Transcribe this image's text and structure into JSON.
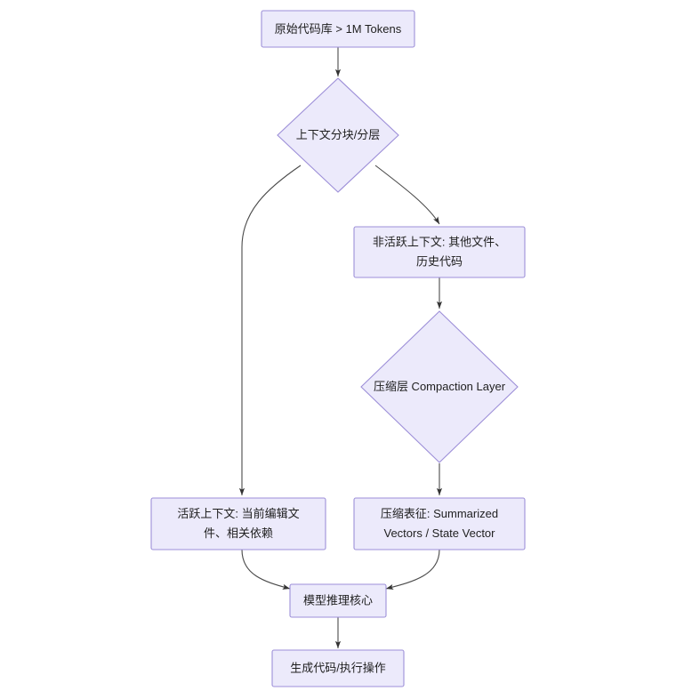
{
  "diagram": {
    "title": "Context Compaction Flowchart",
    "direction": "top-down",
    "background_color": "#FFFFFF",
    "node_fill_color": "#ECEAFB",
    "node_border_color": "#9D8FD8",
    "edge_color": "#4A4A4A",
    "text_color": "#1F1F1F"
  },
  "nodes": {
    "source_repo": {
      "label": "原始代码库 > 1M Tokens",
      "shape": "rectangle"
    },
    "chunking": {
      "label": "上下文分块/分层",
      "shape": "diamond"
    },
    "inactive_context": {
      "label_line1": "非活跃上下文: 其他文件、",
      "label_line2": "历史代码",
      "shape": "rectangle"
    },
    "compaction_layer": {
      "label": "压缩层 Compaction Layer",
      "shape": "diamond"
    },
    "active_context": {
      "label_line1": "活跃上下文: 当前编辑文",
      "label_line2": "件、相关依赖",
      "shape": "rectangle"
    },
    "compressed_repr": {
      "label_line1": "压缩表征: Summarized",
      "label_line2": "Vectors / State Vector",
      "shape": "rectangle"
    },
    "inference_core": {
      "label": "模型推理核心",
      "shape": "rectangle"
    },
    "output": {
      "label": "生成代码/执行操作",
      "shape": "rectangle"
    }
  },
  "edges": [
    {
      "from": "source_repo",
      "to": "chunking",
      "label": ""
    },
    {
      "from": "chunking",
      "to": "active_context",
      "label": ""
    },
    {
      "from": "chunking",
      "to": "inactive_context",
      "label": ""
    },
    {
      "from": "inactive_context",
      "to": "compaction_layer",
      "label": ""
    },
    {
      "from": "compaction_layer",
      "to": "compressed_repr",
      "label": ""
    },
    {
      "from": "active_context",
      "to": "inference_core",
      "label": ""
    },
    {
      "from": "compressed_repr",
      "to": "inference_core",
      "label": ""
    },
    {
      "from": "inference_core",
      "to": "output",
      "label": ""
    }
  ]
}
